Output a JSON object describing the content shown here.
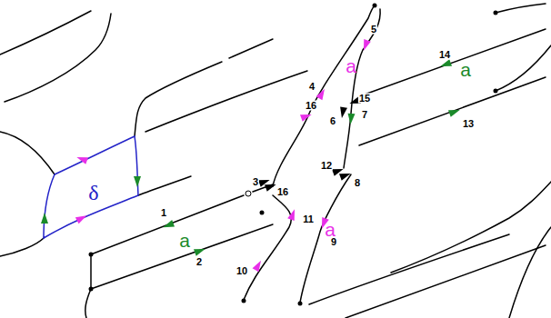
{
  "diagram": {
    "labels": [
      "a",
      "5",
      "14",
      "a",
      "4",
      "16",
      "15",
      "6",
      "7",
      "13",
      "12",
      "8",
      "3",
      "16",
      "δ",
      "1",
      "11",
      "a",
      "9",
      "a",
      "2",
      "10"
    ]
  }
}
